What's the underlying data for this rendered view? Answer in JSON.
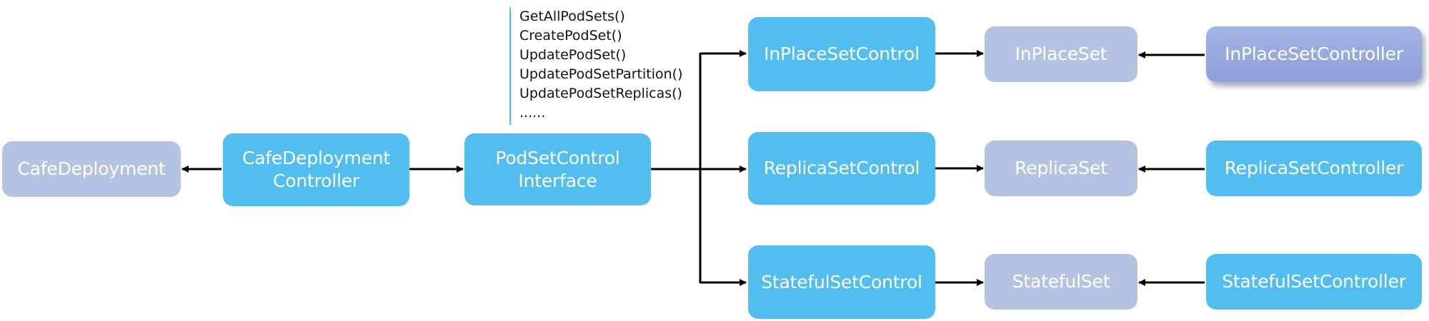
{
  "nodes": {
    "cafe_deployment": "CafeDeployment",
    "cafe_deployment_controller": "CafeDeployment\nController",
    "podset_control_interface": "PodSetControl\nInterface",
    "inplaceset_control": "InPlaceSetControl",
    "replicaset_control": "ReplicaSetControl",
    "statefulset_control": "StatefulSetControl",
    "inplaceset": "InPlaceSet",
    "replicaset": "ReplicaSet",
    "statefulset": "StatefulSet",
    "inplaceset_controller": "InPlaceSetController",
    "replicaset_controller": "ReplicaSetController",
    "statefulset_controller": "StatefulSetController"
  },
  "methods": [
    "GetAllPodSets()",
    "CreatePodSet()",
    "UpdatePodSet()",
    "UpdatePodSetPartition()",
    "UpdatePodSetReplicas()",
    "......"
  ],
  "colors": {
    "control_blue": "#52bdef",
    "resource_lilac": "#b5c3e3",
    "highlight_purple": "#94a6dc",
    "arrow": "#000000"
  }
}
